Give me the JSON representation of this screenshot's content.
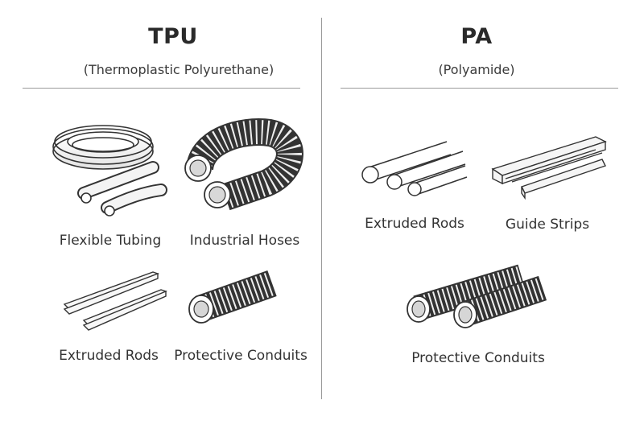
{
  "columns": [
    {
      "title": "TPU",
      "subtitle": "(Thermoplastic Polyurethane)",
      "items": [
        {
          "label": "Flexible Tubing",
          "icon": "tubing-coil-icon"
        },
        {
          "label": "Industrial Hoses",
          "icon": "corrugated-hose-icon"
        },
        {
          "label": "Extruded Rods",
          "icon": "extruded-strip-icon"
        },
        {
          "label": "Protective Conduits",
          "icon": "corrugated-conduit-icon"
        }
      ]
    },
    {
      "title": "PA",
      "subtitle": "(Polyamide)",
      "items": [
        {
          "label": "Extruded Rods",
          "icon": "rods-icon"
        },
        {
          "label": "Guide Strips",
          "icon": "guide-strip-icon"
        },
        {
          "label": "Protective Conduits",
          "icon": "corrugated-conduits-icon"
        }
      ]
    }
  ]
}
